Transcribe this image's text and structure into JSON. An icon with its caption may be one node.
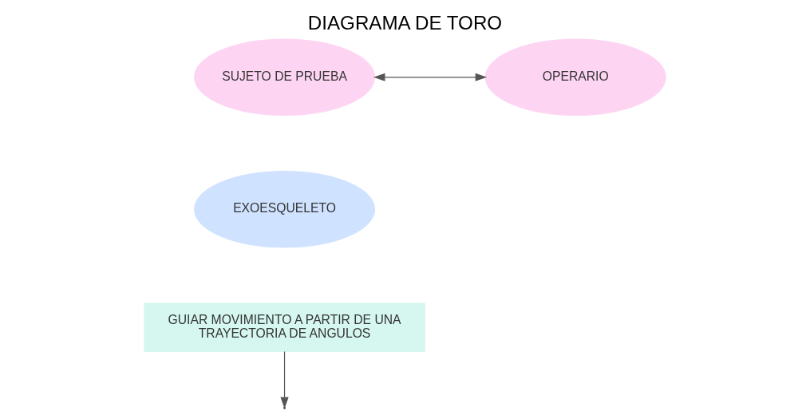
{
  "diagram": {
    "title": "DIAGRAMA DE TORO",
    "nodes": [
      {
        "text": [
          "SUJETO DE PRUEBA"
        ]
      },
      {
        "text": [
          "OPERARIO"
        ]
      },
      {
        "text": [
          "EXOESQUELETO"
        ]
      },
      {
        "text": [
          "GUIAR MOVIMIENTO A PARTIR DE UNA TRAYECTORIA DE ANGULOS"
        ]
      }
    ],
    "edges": [
      {
        "from": 0,
        "to": 1,
        "arrow": "both"
      },
      {
        "from": 3,
        "to": null,
        "arrow": "to"
      }
    ]
  }
}
